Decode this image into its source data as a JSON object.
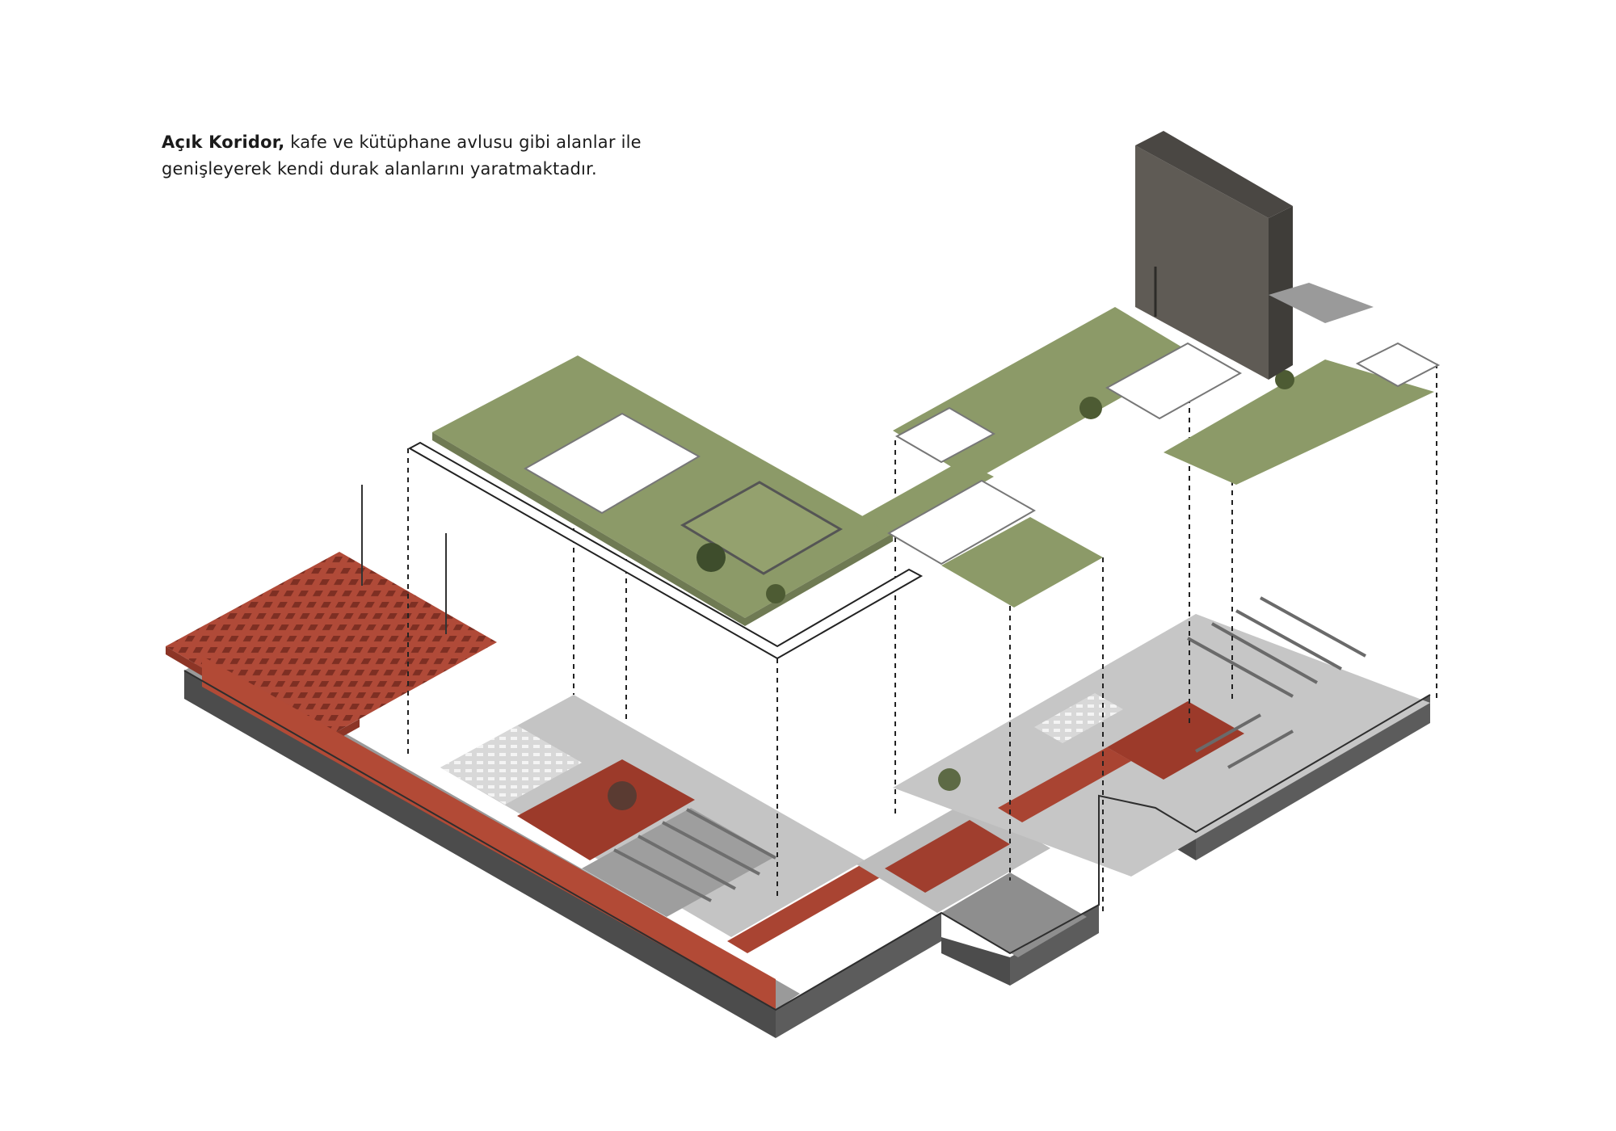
{
  "caption": {
    "bold": "Açık Koridor,",
    "line1": " kafe ve kütüphane avlusu gibi alanlar  ile",
    "line2": "genişleyerek kendi durak alanlarını yaratmaktadır."
  },
  "colors": {
    "roof_green": "#8c9a68",
    "red_floor": "#b04a38",
    "concrete_dark": "#4a4a4a",
    "concrete_mid": "#808080",
    "interior_floor": "#c9c9c9",
    "tower": "#5a5752"
  }
}
